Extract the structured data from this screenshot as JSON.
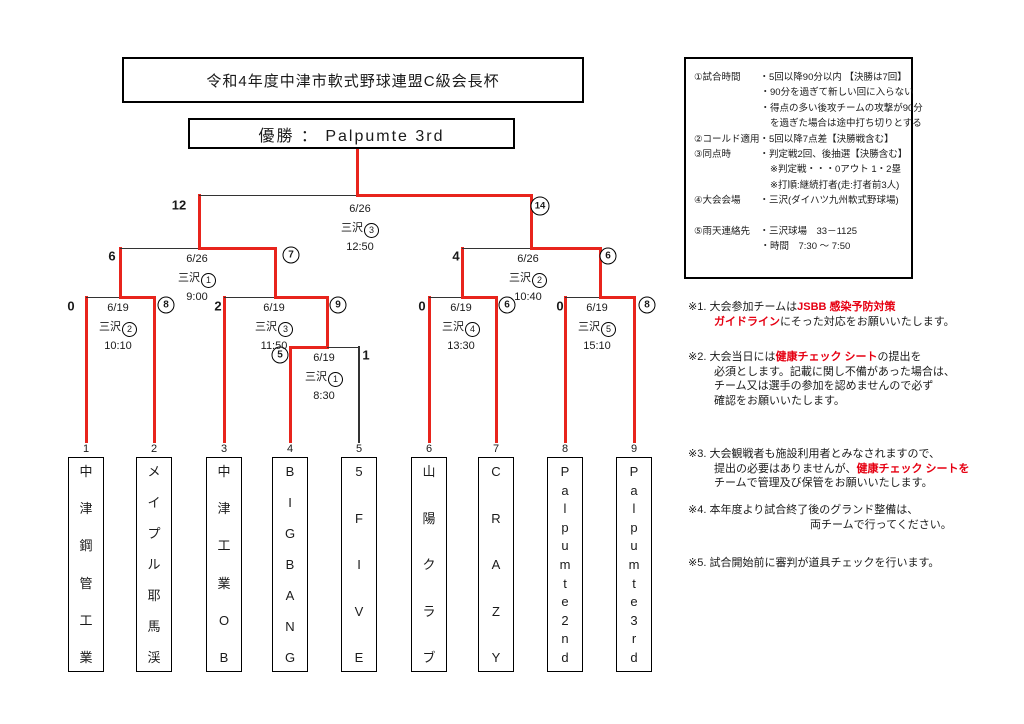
{
  "title": "令和4年度中津市軟式野球連盟C級会長杯",
  "winner_box": {
    "label": "優勝 ： Palpumte 3rd",
    "champion": "Palpumte 3rd"
  },
  "rules_panel": {
    "lines": [
      "①試合時間　　・5回以降90分以内 【決勝は7回】",
      "　　　　　　　・90分を過ぎて新しい回に入らない",
      "　　　　　　　・得点の多い後攻チームの攻撃が90分",
      "　　　　　　　　を過ぎた場合は途中打ち切りとする",
      "②コールド適用・5回以降7点差【決勝戦含む】",
      "③同点時　　　・判定戦2回、後抽選【決勝含む】",
      "　　　　　　　　※判定戦・・・0アウト 1・2塁",
      "　　　　　　　　※打順:継続打者(走:打者前3人)",
      "④大会会場　　・三沢(ダイハツ九州軟式野球場)",
      "",
      "⑤雨天連絡先　・三沢球場　33－1125",
      "　　　　　　　・時間　7:30 ～ 7:50"
    ]
  },
  "notes": [
    {
      "lines": [
        {
          "indent": 0,
          "segs": [
            {
              "t": "※1. 大会参加チームは",
              "red": false
            },
            {
              "t": "JSBB 感染予防対策",
              "red": true
            }
          ]
        },
        {
          "indent": 1,
          "segs": [
            {
              "t": "ガイドライン",
              "red": true
            },
            {
              "t": "にそった対応をお願いいたします。",
              "red": false
            }
          ]
        }
      ]
    },
    {
      "lines": [
        {
          "indent": 0,
          "segs": [
            {
              "t": "※2. 大会当日には",
              "red": false
            },
            {
              "t": "健康チェック シート",
              "red": true
            },
            {
              "t": "の提出を",
              "red": false
            }
          ]
        },
        {
          "indent": 1,
          "segs": [
            {
              "t": "必須とします。記載に関し不備があった場合は、",
              "red": false
            }
          ]
        },
        {
          "indent": 1,
          "segs": [
            {
              "t": "チーム又は選手の参加を認めませんので必ず",
              "red": false
            }
          ]
        },
        {
          "indent": 1,
          "segs": [
            {
              "t": "確認をお願いいたします。",
              "red": false
            }
          ]
        }
      ]
    },
    {
      "lines": [
        {
          "indent": 0,
          "segs": [
            {
              "t": "※3. 大会観戦者も施設利用者とみなされますので、",
              "red": false
            }
          ]
        },
        {
          "indent": 1,
          "segs": [
            {
              "t": "提出の必要はありませんが、",
              "red": false
            },
            {
              "t": "健康チェック シートを",
              "red": true
            }
          ]
        },
        {
          "indent": 1,
          "segs": [
            {
              "t": "チームで管理及び保管をお願いいたします。",
              "red": false
            }
          ]
        }
      ]
    },
    {
      "lines": [
        {
          "indent": 0,
          "segs": [
            {
              "t": "※4. 本年度より試合終了後のグランド整備は、",
              "red": false
            }
          ]
        },
        {
          "indent": 2,
          "segs": [
            {
              "t": "両チームで行ってください。",
              "red": false
            }
          ]
        }
      ]
    },
    {
      "lines": [
        {
          "indent": 0,
          "segs": [
            {
              "t": "※5. 試合開始前に審判が道具チェックを行います。",
              "red": false
            }
          ]
        }
      ]
    }
  ],
  "teams": [
    {
      "seed": "1",
      "name": "中津鋼管工業"
    },
    {
      "seed": "2",
      "name": "メイプル耶馬渓"
    },
    {
      "seed": "3",
      "name": "中津工業OB"
    },
    {
      "seed": "4",
      "name": "BIGBANG"
    },
    {
      "seed": "5",
      "name": "5FIVE"
    },
    {
      "seed": "6",
      "name": "山陽クラブ"
    },
    {
      "seed": "7",
      "name": "CRAZY"
    },
    {
      "seed": "8",
      "name": "Palpumte 2nd"
    },
    {
      "seed": "9",
      "name": "Palpumte 3rd"
    }
  ],
  "matches": [
    {
      "id": "playin",
      "date": "6/19",
      "venue": "三沢",
      "court": "1",
      "time": "8:30",
      "left_team": "BIGBANG",
      "right_team": "5FIVE",
      "left_score": "5",
      "right_score": "1",
      "winner": "left"
    },
    {
      "id": "r1-a",
      "date": "6/19",
      "venue": "三沢",
      "court": "2",
      "time": "10:10",
      "left_team": "中津鋼管工業",
      "right_team": "メイプル耶馬渓",
      "left_score": "0",
      "right_score": "8",
      "winner": "right"
    },
    {
      "id": "r1-b",
      "date": "6/19",
      "venue": "三沢",
      "court": "3",
      "time": "11:50",
      "left_team": "中津工業OB",
      "right_team": "BIGBANG",
      "left_score": "2",
      "right_score": "9",
      "winner": "right"
    },
    {
      "id": "r1-c",
      "date": "6/19",
      "venue": "三沢",
      "court": "4",
      "time": "13:30",
      "left_team": "山陽クラブ",
      "right_team": "CRAZY",
      "left_score": "0",
      "right_score": "6",
      "winner": "right"
    },
    {
      "id": "r1-d",
      "date": "6/19",
      "venue": "三沢",
      "court": "5",
      "time": "15:10",
      "left_team": "Palpumte 2nd",
      "right_team": "Palpumte 3rd",
      "left_score": "0",
      "right_score": "8",
      "winner": "right"
    },
    {
      "id": "sf1",
      "date": "6/26",
      "venue": "三沢",
      "court": "1",
      "time": "9:00",
      "left_team": "メイプル耶馬渓",
      "right_team": "BIGBANG",
      "left_score": "6",
      "right_score": "7",
      "winner": "right"
    },
    {
      "id": "sf2",
      "date": "6/26",
      "venue": "三沢",
      "court": "2",
      "time": "10:40",
      "left_team": "CRAZY",
      "right_team": "Palpumte 3rd",
      "left_score": "4",
      "right_score": "6",
      "winner": "right"
    },
    {
      "id": "final",
      "date": "6/26",
      "venue": "三沢",
      "court": "3",
      "time": "12:50",
      "left_team": "BIGBANG",
      "right_team": "Palpumte 3rd",
      "left_score": "12",
      "right_score": "14",
      "winner": "right"
    }
  ],
  "colors": {
    "line_red": "#e8241c",
    "text_red": "#e60012",
    "line_black": "#333333"
  }
}
